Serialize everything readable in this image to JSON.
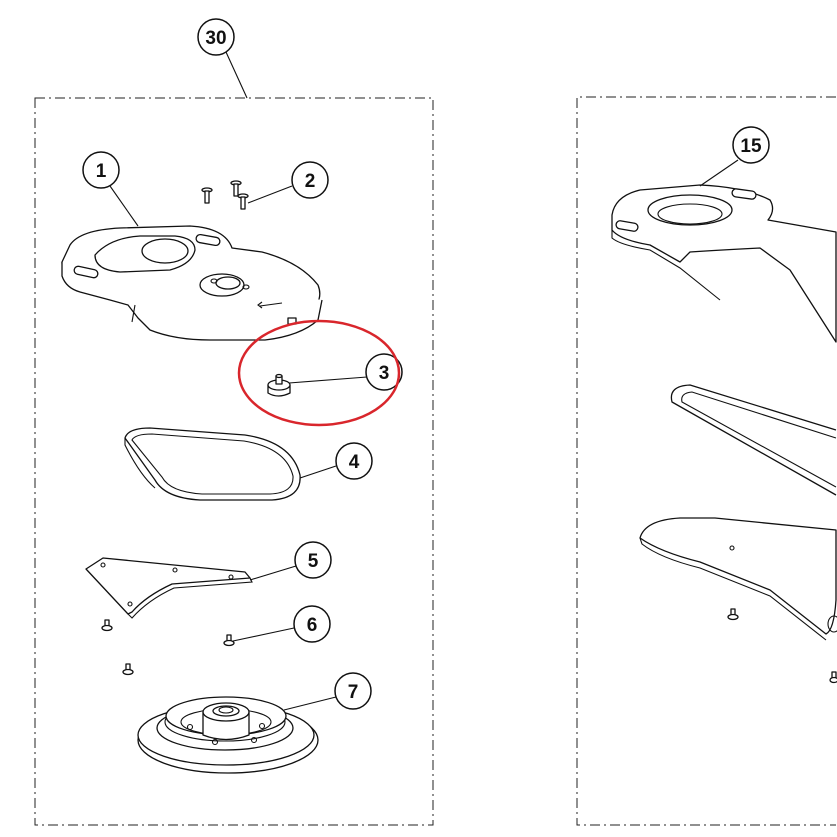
{
  "diagram": {
    "type": "exploded-parts-view",
    "assemblies": [
      {
        "callout": "30"
      },
      {
        "callout": "15"
      }
    ],
    "callouts": [
      "1",
      "2",
      "3",
      "4",
      "5",
      "6",
      "7",
      "15",
      "30"
    ],
    "highlight": {
      "callout": "3",
      "color": "#d9262c"
    },
    "colors": {
      "line": "#111111",
      "background": "#ffffff",
      "highlight": "#d9262c"
    }
  }
}
